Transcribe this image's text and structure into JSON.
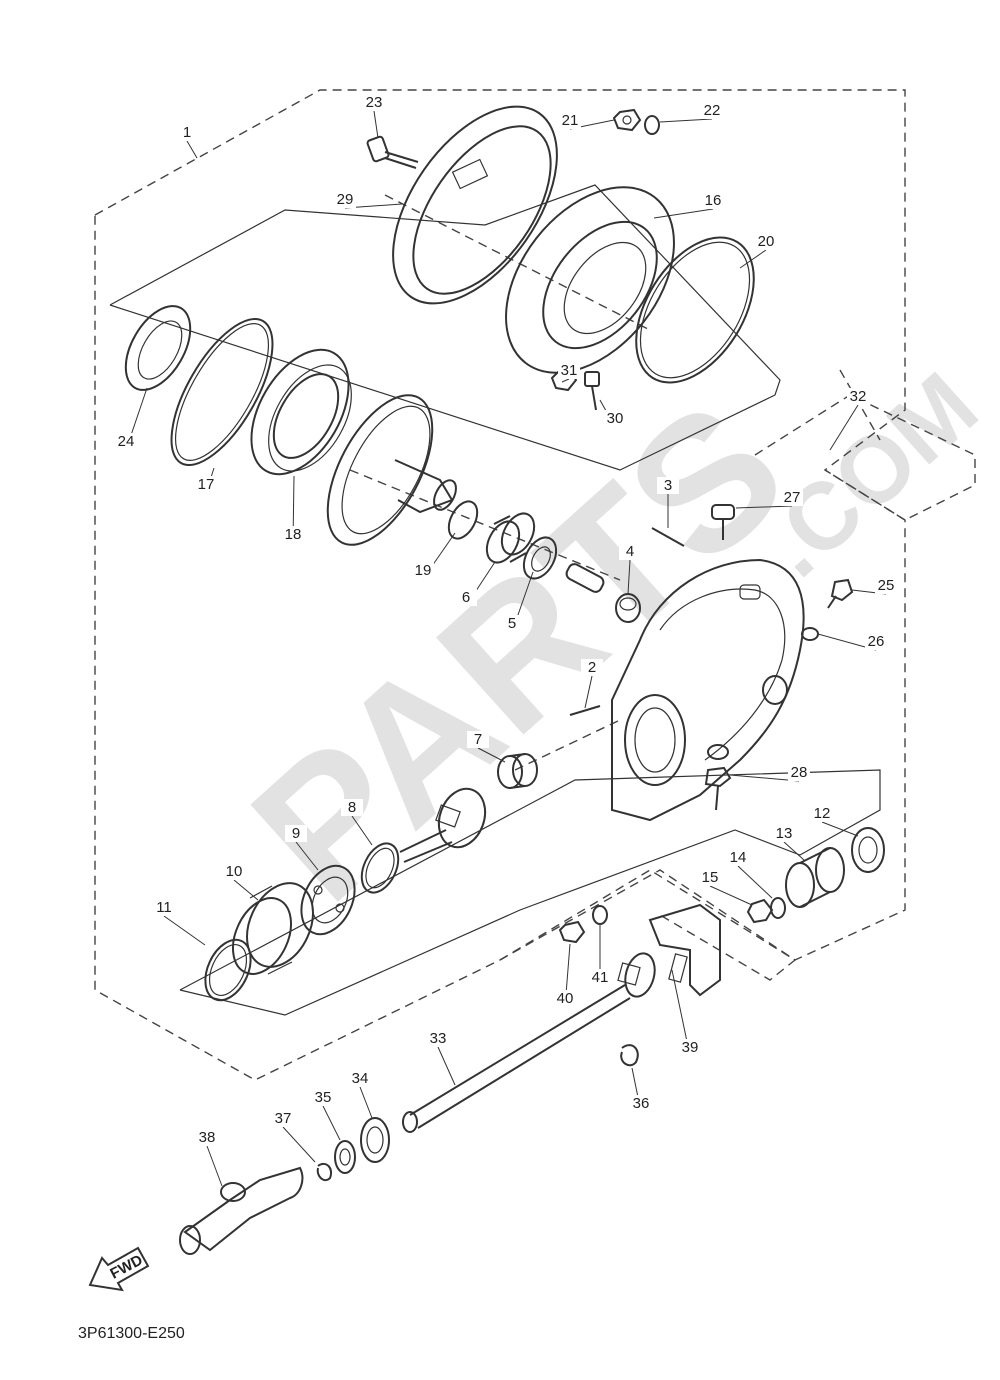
{
  "diagram_code": "3P61300-E250",
  "fwd_label": "FWD",
  "watermark": {
    "main": "PARTS",
    "suffix": ".COM",
    "color": "#d9d9d9"
  },
  "callouts": [
    "1",
    "2",
    "3",
    "4",
    "5",
    "6",
    "7",
    "8",
    "9",
    "10",
    "11",
    "12",
    "13",
    "14",
    "15",
    "16",
    "17",
    "18",
    "19",
    "20",
    "21",
    "22",
    "23",
    "24",
    "25",
    "26",
    "27",
    "28",
    "29",
    "30",
    "31",
    "32",
    "33",
    "34",
    "35",
    "36",
    "37",
    "38",
    "39",
    "40",
    "41"
  ],
  "colors": {
    "line": "#333333",
    "background": "#ffffff"
  }
}
